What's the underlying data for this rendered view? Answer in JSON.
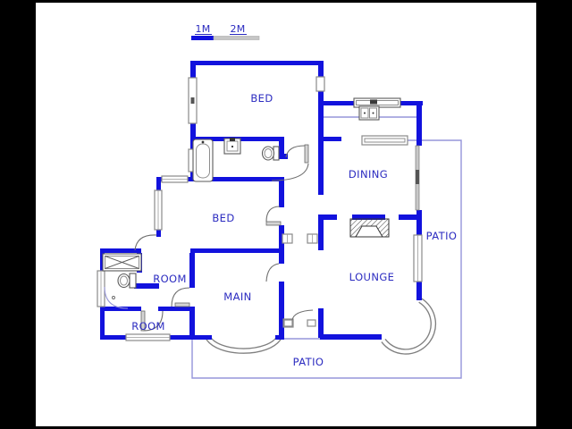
{
  "scale_bar": {
    "label_1m": "1M",
    "label_2m": "2M"
  },
  "room_labels": {
    "bed_top": "BED",
    "bed_middle": "BED",
    "dining": "DINING",
    "patio_right": "PATIO",
    "lounge": "LOUNGE",
    "main": "MAIN",
    "room_upper": "ROOM",
    "room_lower": "ROOM",
    "patio_bottom": "PATIO"
  },
  "fixtures": [
    "bathtub-icon",
    "basin-icon",
    "toilet-icon",
    "shower-icon",
    "toilet-icon",
    "kitchen-counter-icon",
    "kitchen-sink-icon",
    "fireplace-icon"
  ],
  "colors": {
    "wall_blue": "#1212dd",
    "label_blue": "#2b2bc0",
    "patio_outline_blue": "#9595da",
    "window_gray": "#8a8a8a",
    "scale_gray": "#c6c6c6",
    "background": "#ffffff",
    "letterbox": "#000000"
  }
}
